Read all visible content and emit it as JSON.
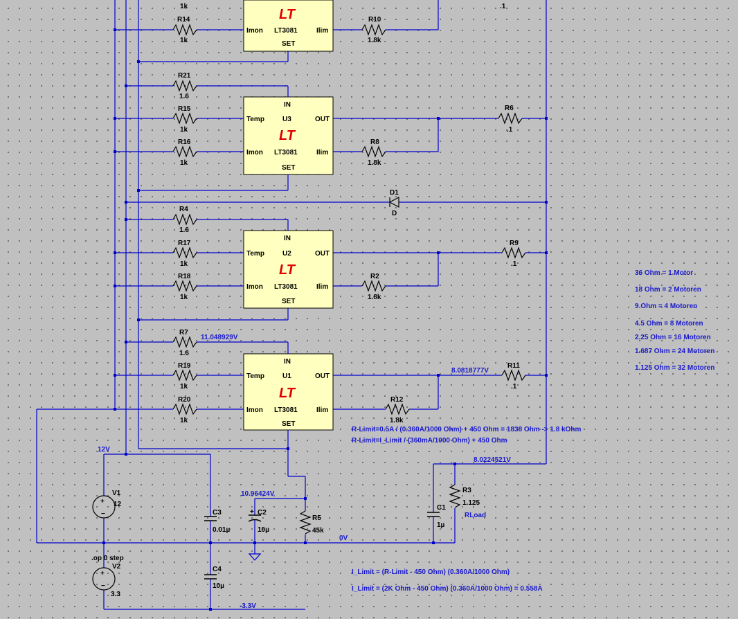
{
  "chips": {
    "top": {
      "ilim": "Ilim",
      "imon": "Imon",
      "part": "LT3081",
      "set": "SET"
    },
    "u3": {
      "in": "IN",
      "temp": "Temp",
      "ref": "U3",
      "out": "OUT",
      "imon": "Imon",
      "part": "LT3081",
      "ilim": "Ilim",
      "set": "SET"
    },
    "u2": {
      "in": "IN",
      "temp": "Temp",
      "ref": "U2",
      "out": "OUT",
      "imon": "Imon",
      "part": "LT3081",
      "ilim": "Ilim",
      "set": "SET"
    },
    "u1": {
      "in": "IN",
      "temp": "Temp",
      "ref": "U1",
      "out": "OUT",
      "imon": "Imon",
      "part": "LT3081",
      "ilim": "Ilim",
      "set": "SET"
    }
  },
  "logo": "LT",
  "resistors": {
    "r_top": {
      "value": "1k"
    },
    "r14": {
      "name": "R14",
      "value": "1k"
    },
    "r10": {
      "name": "R10",
      "value": "1.8k"
    },
    "r_top_right": {
      "value": ".1"
    },
    "r21": {
      "name": "R21",
      "value": "1.6"
    },
    "r15": {
      "name": "R15",
      "value": "1k"
    },
    "r16": {
      "name": "R16",
      "value": "1k"
    },
    "r6": {
      "name": "R6",
      "value": ".1"
    },
    "r8": {
      "name": "R8",
      "value": "1.8k"
    },
    "r4": {
      "name": "R4",
      "value": "1.6"
    },
    "r17": {
      "name": "R17",
      "value": "1k"
    },
    "r18": {
      "name": "R18",
      "value": "1k"
    },
    "r9": {
      "name": "R9",
      "value": ".1"
    },
    "r2": {
      "name": "R2",
      "value": "1.8k"
    },
    "r7": {
      "name": "R7",
      "value": "1.6"
    },
    "r19": {
      "name": "R19",
      "value": "1k"
    },
    "r20": {
      "name": "R20",
      "value": "1k"
    },
    "r11": {
      "name": "R11",
      "value": ".1"
    },
    "r12": {
      "name": "R12",
      "value": "1.8k"
    },
    "r5": {
      "name": "R5",
      "value": "45k"
    },
    "r3": {
      "name": "R3",
      "value": "1.125",
      "label": "RLoad"
    }
  },
  "diode": {
    "name": "D1",
    "value": "D"
  },
  "caps": {
    "c3": {
      "name": "C3",
      "value": "0.01µ"
    },
    "c2": {
      "name": "C2",
      "value": "10µ"
    },
    "c1": {
      "name": "C1",
      "value": "1µ"
    },
    "c4": {
      "name": "C4",
      "value": "10µ"
    }
  },
  "sources": {
    "v1": {
      "name": "V1",
      "value": "12"
    },
    "v2": {
      "name": "V2",
      "value": "3.3",
      "directive": ".op 0 step"
    }
  },
  "nets": {
    "v12": "12V",
    "n_r7": "11.048929V",
    "n_out": "8.0818777V",
    "n_load": "8.0224521V",
    "n_set": "10.96424V",
    "gnd": "0V",
    "neg": "-3.3V"
  },
  "notes": {
    "motors": [
      "36 Ohm = 1 Motor",
      "18 Ohm = 2 Motoren",
      "9 Ohm = 4 Motoren",
      "4.5 Ohm = 8 Motoren",
      "2.25 Ohm = 16 Motoren",
      "1.687 Ohm = 24 Motoren",
      "1.125 Ohm = 32 Motoren"
    ],
    "rlimit1": "R-Limit=0.5A / (0.360A/1000 Ohm) + 450 Ohm = 1838 Ohm -> 1.8 kOhm",
    "rlimit2": "R-Limit=I_Limit / (360mA/1000 Ohm) + 450 Ohm",
    "ilimit1": "I_Limit = (R-Limit - 450 Ohm) (0.360A/1000 Ohm)",
    "ilimit2": "I_Limit = (2K Ohm - 450 Ohm) (0.360A/1000 Ohm) = 0.558A"
  }
}
